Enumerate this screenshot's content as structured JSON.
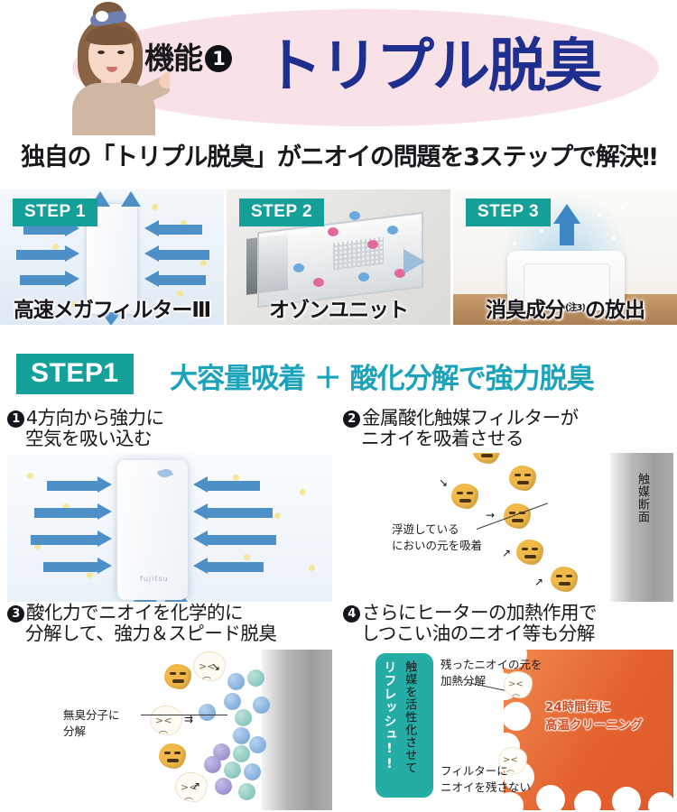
{
  "hero": {
    "feature_label": "機能",
    "feature_number": "❶",
    "title": "トリプル脱臭",
    "oval_color": "#fae3e8",
    "title_color": "#1e2f8f"
  },
  "subhead": {
    "text": "独自の「トリプル脱臭」がニオイの問題を3ステップで解決‼"
  },
  "cards": [
    {
      "badge": "STEP 1",
      "caption": "高速メガフィルターⅢ",
      "note": ""
    },
    {
      "badge": "STEP 2",
      "caption": "オゾンユニット",
      "note": ""
    },
    {
      "badge": "STEP 3",
      "caption": "消臭成分",
      "note": "(注3)",
      "caption_tail": "の放出"
    }
  ],
  "section": {
    "badge": "STEP1",
    "title": "大容量吸着 ＋ 酸化分解で強力脱臭",
    "badge_color": "#13a19a",
    "title_color": "#1aa3bb"
  },
  "panels": [
    {
      "number": "❶",
      "line1": "4方向から強力に",
      "line2": "空気を吸い込む",
      "brand": "fujitsu"
    },
    {
      "number": "❷",
      "line1": "金属酸化触媒フィルターが",
      "line2": "ニオイを吸着させる",
      "vertical_label": "触媒断面",
      "anno_line1": "浮遊している",
      "anno_line2": "においの元を吸着"
    },
    {
      "number": "❸",
      "line1": "酸化力でニオイを化学的に",
      "line2": "分解して、強力＆スピード脱臭",
      "anno_line1": "無臭分子に",
      "anno_line2": "分解"
    },
    {
      "number": "❹",
      "line1": "さらにヒーターの加熱作用で",
      "line2": "しつこい油のニオイ等も分解",
      "refresh_black": "触媒を活性化させて",
      "refresh_white": "リフレッシュ!!",
      "anno_a1": "残ったニオイの元を",
      "anno_a2": "加熱分解",
      "anno_b1": "フィルターに",
      "anno_b2": "ニオイを残さない",
      "heat_line1": "24時間毎に",
      "heat_line2": "高温クリーニング",
      "heat_color": "#e4622f",
      "refresh_box_color": "#24aca5"
    }
  ]
}
